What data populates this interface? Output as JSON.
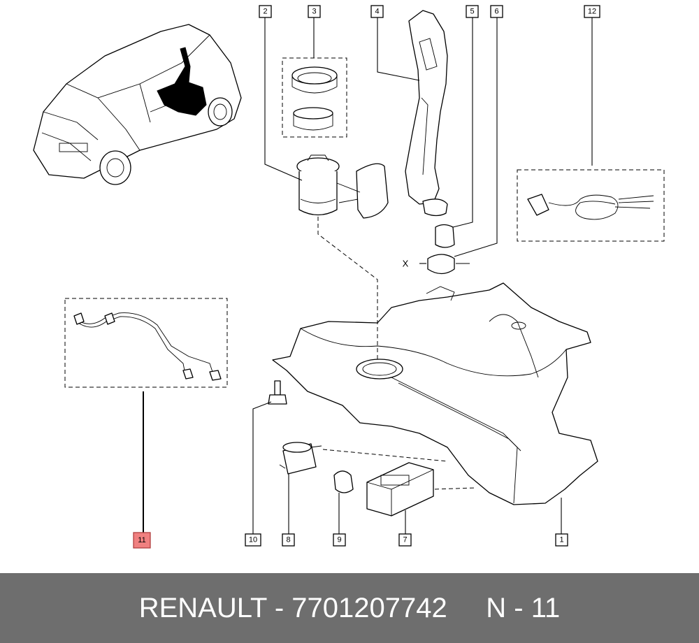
{
  "callouts": [
    {
      "id": "c2",
      "label": "2"
    },
    {
      "id": "c3",
      "label": "3"
    },
    {
      "id": "c4",
      "label": "4"
    },
    {
      "id": "c5",
      "label": "5"
    },
    {
      "id": "c6",
      "label": "6"
    },
    {
      "id": "c12",
      "label": "12"
    },
    {
      "id": "c10",
      "label": "10"
    },
    {
      "id": "c8",
      "label": "8"
    },
    {
      "id": "c9",
      "label": "9"
    },
    {
      "id": "c7",
      "label": "7"
    },
    {
      "id": "c1",
      "label": "1"
    },
    {
      "id": "c11",
      "label": "11",
      "highlighted": true
    }
  ],
  "marker_x": "X",
  "highlight_color": "#f08080",
  "footer": {
    "text": "RENAULT - 7701207742     N - 11",
    "background": "#6e6e6e",
    "color": "#ffffff"
  }
}
